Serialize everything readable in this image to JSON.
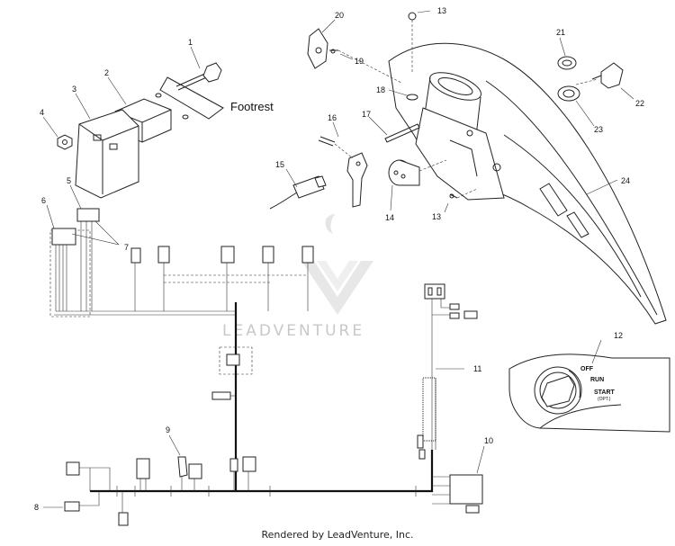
{
  "footer": {
    "rendered_by": "Rendered by LeadVenture, Inc."
  },
  "watermark": {
    "text": "LEADVENTURE"
  },
  "labels": {
    "footrest": "Footrest",
    "switch_off": "OFF",
    "switch_run": "RUN",
    "switch_start": "START",
    "switch_opt": "(OPT.)"
  },
  "callouts": [
    "1",
    "2",
    "3",
    "4",
    "5",
    "6",
    "7",
    "8",
    "9",
    "10",
    "11",
    "12",
    "13",
    "13",
    "14",
    "15",
    "16",
    "17",
    "18",
    "19",
    "20",
    "21",
    "22",
    "23",
    "24"
  ],
  "colors": {
    "ink": "#111111",
    "watermark": "#c8c8c8",
    "background": "#ffffff"
  }
}
